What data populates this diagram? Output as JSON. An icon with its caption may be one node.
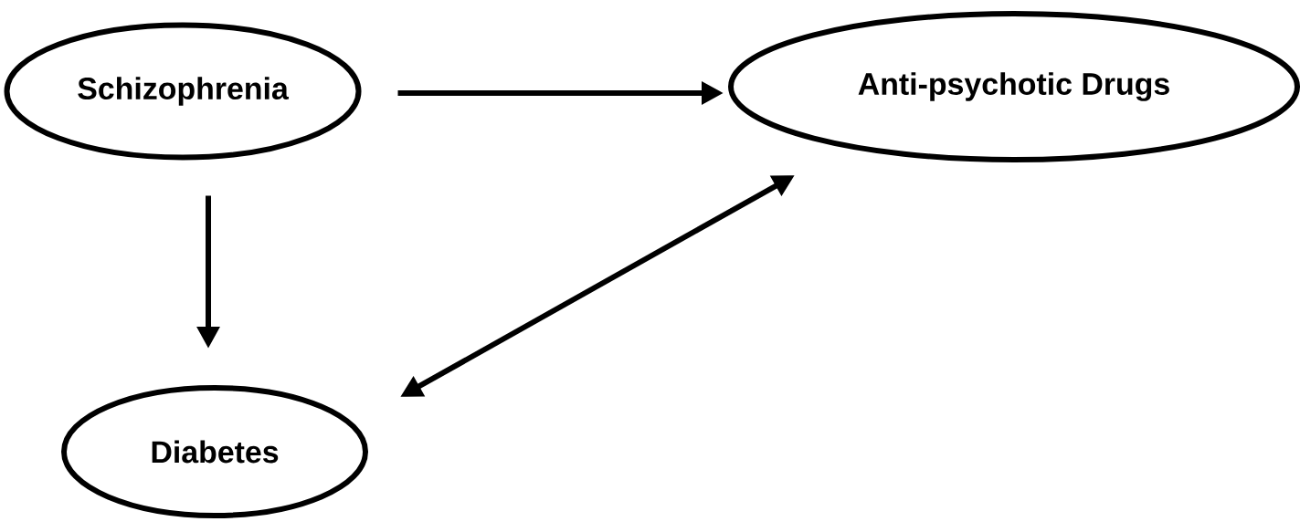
{
  "diagram": {
    "nodes": [
      {
        "text": [
          "Schizophrenia"
        ]
      },
      {
        "text": [
          "Anti-psychotic Drugs"
        ]
      },
      {
        "text": [
          "Diabetes"
        ]
      }
    ],
    "edges": [
      {
        "from": 0,
        "to": 1,
        "arrow": "to"
      },
      {
        "from": 0,
        "to": 2,
        "arrow": "to"
      },
      {
        "from": 2,
        "to": 1,
        "arrow": "both"
      }
    ]
  }
}
